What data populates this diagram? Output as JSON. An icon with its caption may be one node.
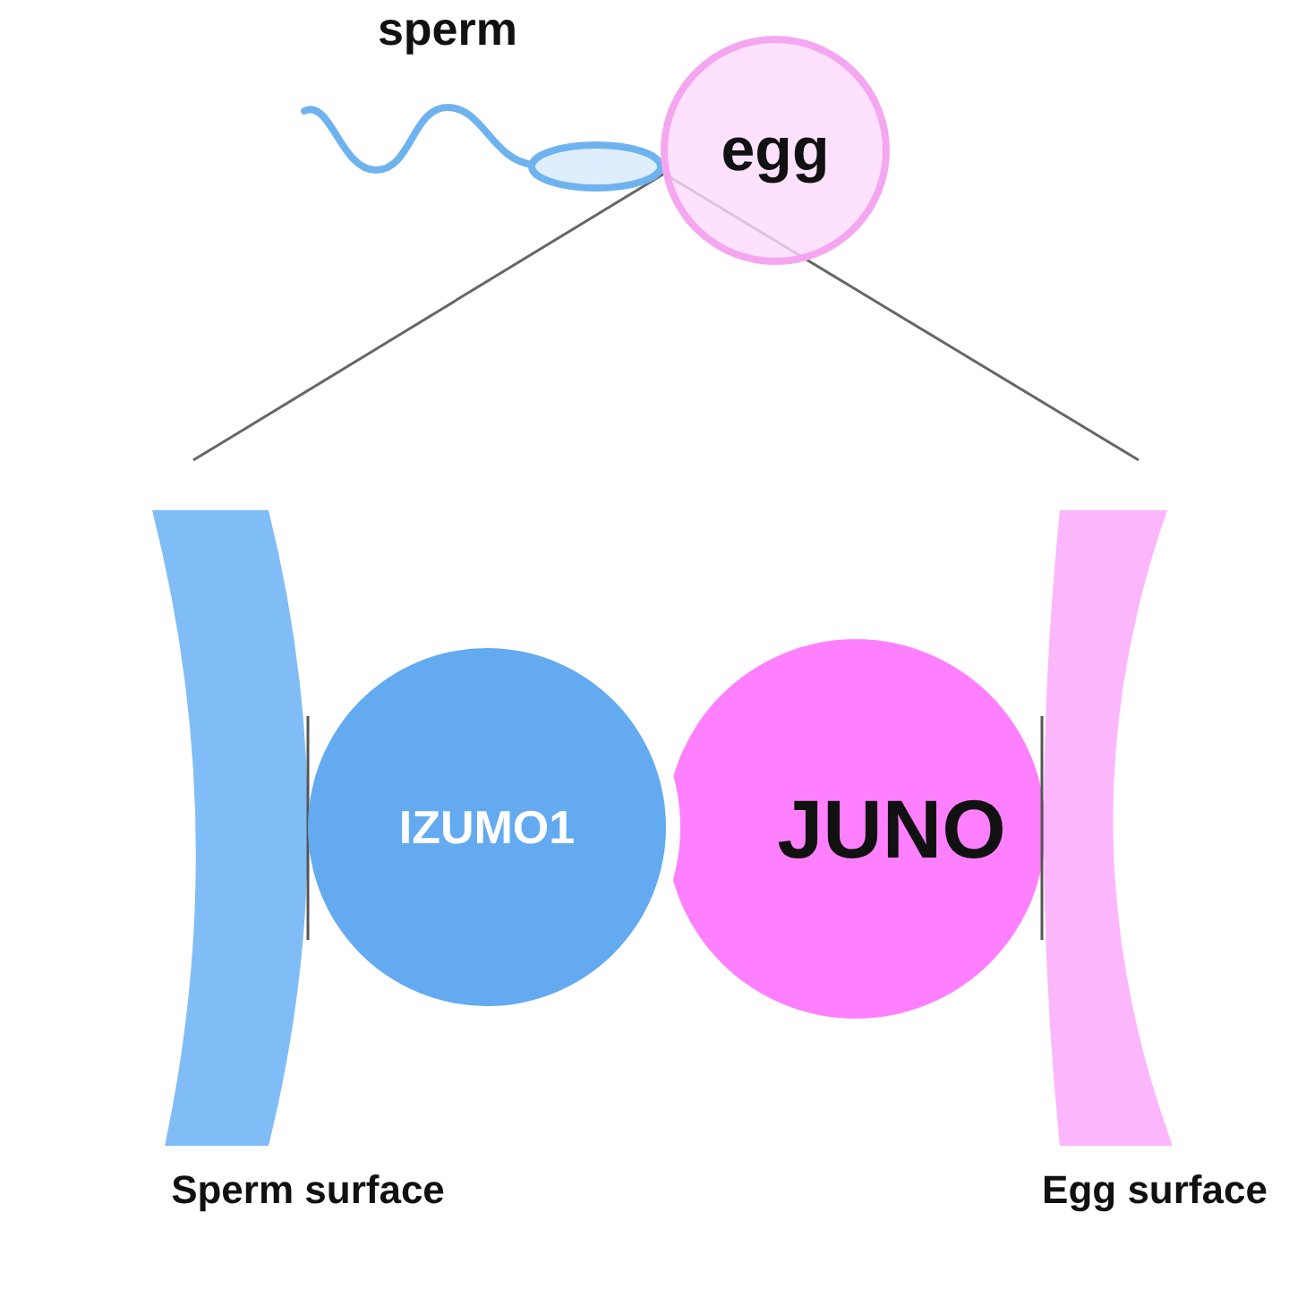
{
  "diagram": {
    "nodes": [
      {
        "text": [
          "sperm"
        ]
      },
      {
        "text": [
          "egg"
        ]
      },
      {
        "text": [
          "Sperm surface"
        ]
      },
      {
        "text": [
          "IZUMO1"
        ]
      },
      {
        "text": [
          "JUNO"
        ]
      },
      {
        "text": [
          "Egg surface"
        ]
      }
    ]
  }
}
